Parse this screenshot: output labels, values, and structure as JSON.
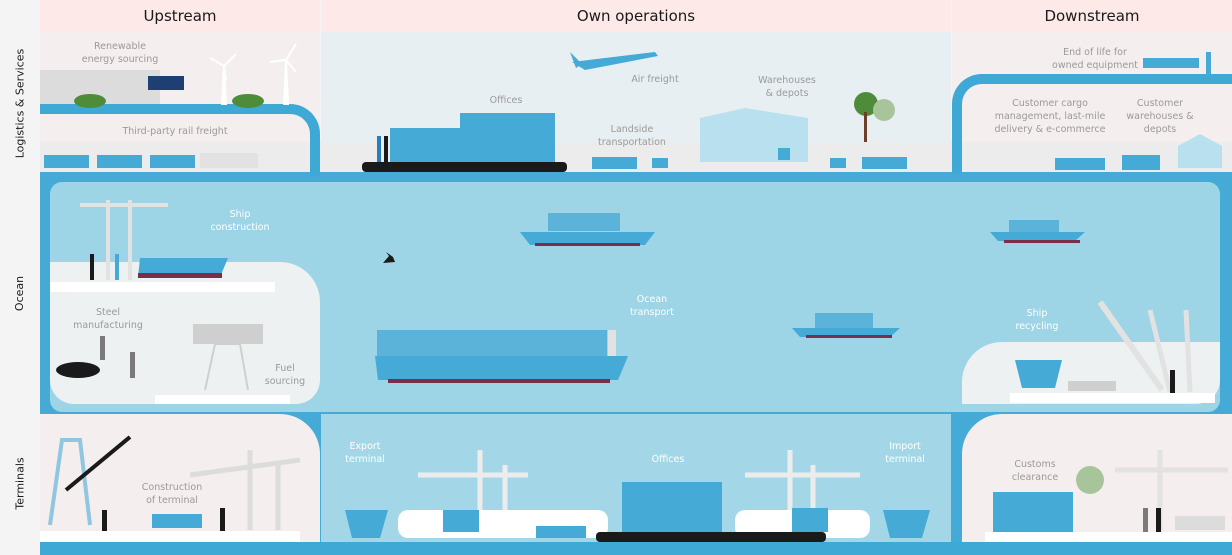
{
  "columns": [
    {
      "id": "upstream",
      "label": "Upstream"
    },
    {
      "id": "own",
      "label": "Own operations"
    },
    {
      "id": "downstream",
      "label": "Downstream"
    }
  ],
  "rows": [
    {
      "id": "logistics",
      "label": "Logistics & Services"
    },
    {
      "id": "ocean",
      "label": "Ocean"
    },
    {
      "id": "terminals",
      "label": "Terminals"
    }
  ],
  "labels": {
    "renewable": [
      "Renewable",
      "energy sourcing"
    ],
    "rail": [
      "Third-party rail freight"
    ],
    "offices_top": [
      "Offices"
    ],
    "air": [
      "Air freight"
    ],
    "landside": [
      "Landside",
      "transportation"
    ],
    "warehouses": [
      "Warehouses",
      "& depots"
    ],
    "end_of_life": [
      "End of life for",
      "owned equipment"
    ],
    "customer_cargo": [
      "Customer cargo",
      "management, last-mile",
      "delivery & e-commerce"
    ],
    "customer_warehouses": [
      "Customer",
      "warehouses &",
      "depots"
    ],
    "ship_construction": [
      "Ship",
      "construction"
    ],
    "steel": [
      "Steel",
      "manufacturing"
    ],
    "fuel": [
      "Fuel",
      "sourcing"
    ],
    "ocean_transport": [
      "Ocean",
      "transport"
    ],
    "ship_recycling": [
      "Ship",
      "recycling"
    ],
    "construction_terminal": [
      "Construction",
      "of terminal"
    ],
    "export_terminal": [
      "Export",
      "terminal"
    ],
    "offices_terminal": [
      "Offices"
    ],
    "import_terminal": [
      "Import",
      "terminal"
    ],
    "customs": [
      "Customs",
      "clearance"
    ]
  },
  "colors": {
    "pipe": "#3fa9d5",
    "sea": "#9dd4e6",
    "header_bg": "#fce9e8",
    "label_grey": "#9a9a9a"
  }
}
